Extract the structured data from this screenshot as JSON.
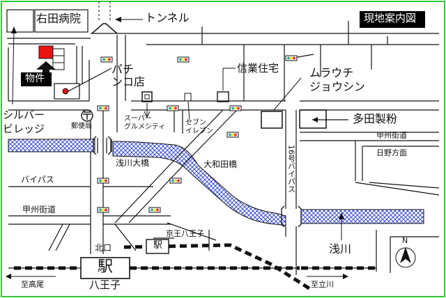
{
  "title": "現地案内図",
  "labels": {
    "hospital": "右田病院",
    "tunnel": "トンネル",
    "property": "物件",
    "pachinko": "パチンコ店",
    "pachinko_line1": "パチ",
    "pachinko_line2": "ンコ店",
    "shingyo": "信業住宅",
    "murauchi_line1": "ムラウチ",
    "murauchi_line2": "ジョウシン",
    "silver_line1": "シルバー",
    "silver_line2": "ビレッジ",
    "post_office": "郵便局",
    "supermarket_line1": "スーパー",
    "supermarket_line2": "グルメシティ",
    "seven_line1": "セブン",
    "seven_line2": "イレブン",
    "tada": "多田製粉",
    "koshu_right": "甲州街道",
    "hino": "日野方面",
    "asakawa_bridge": "浅川大橋",
    "owada_bridge": "大和田橋",
    "route16": "16号バイパス",
    "bypass": "バイパス",
    "koshu_left": "甲州街道",
    "keio": "京王八王子",
    "keio_station": "駅",
    "north_exit": "北口",
    "station": "駅",
    "hachioji": "八王子",
    "asakawa_river": "浅川",
    "takao": "至高尾",
    "tachikawa": "至立川",
    "north": "N"
  },
  "colors": {
    "frame": "#33cc33",
    "road": "#111111",
    "river_fill": "#3b4fd8",
    "property_marker": "#ee1111",
    "landmark_dot": "#dd1111",
    "title_bg": "#000000",
    "title_fg": "#ffffff"
  },
  "icons": [
    "tunnel-icon",
    "traffic-light-icon",
    "post-office-icon",
    "north-arrow-icon",
    "station-icon"
  ]
}
